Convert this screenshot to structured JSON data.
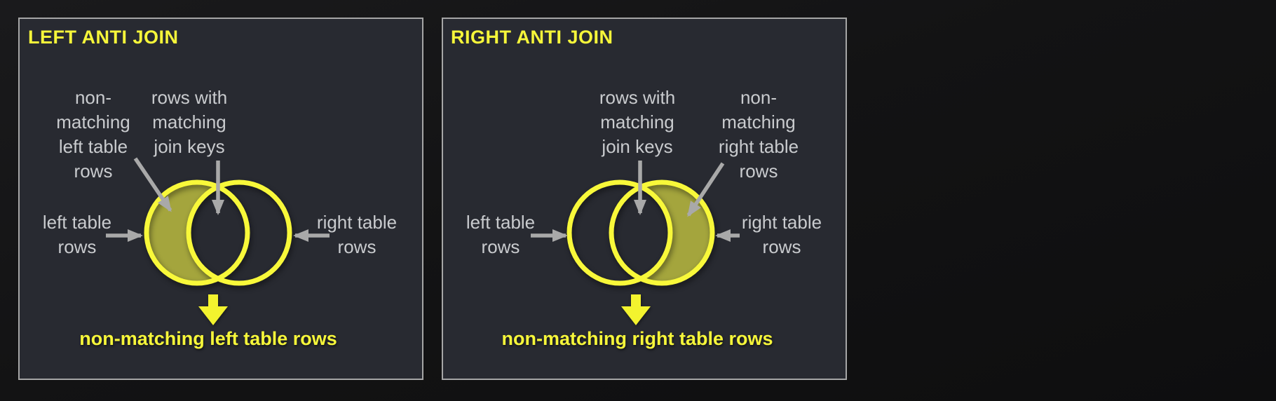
{
  "diagram_type": "venn-diagram-pair",
  "colors": {
    "background": "#131314",
    "panel_bg": "#282a31",
    "panel_border": "#a6a6a6",
    "accent_yellow": "#f6f63a",
    "circle_stroke_yellow": "#f8f83a",
    "region_fill_olive": "#a4a244",
    "label_gray": "#c9cbce",
    "arrow_gray": "#a9a9a9"
  },
  "panels": [
    {
      "title": "LEFT ANTI JOIN",
      "filled_region": "left-only",
      "labels": {
        "non_matching": [
          "non-",
          "matching",
          "left table",
          "rows"
        ],
        "matching": [
          "rows with",
          "matching",
          "join keys"
        ],
        "left_side": [
          "left table",
          "rows"
        ],
        "right_side": [
          "right table",
          "rows"
        ]
      },
      "result": "non-matching left table rows"
    },
    {
      "title": "RIGHT ANTI JOIN",
      "filled_region": "right-only",
      "labels": {
        "matching": [
          "rows with",
          "matching",
          "join keys"
        ],
        "non_matching": [
          "non-",
          "matching",
          "right table",
          "rows"
        ],
        "left_side": [
          "left table",
          "rows"
        ],
        "right_side": [
          "right table",
          "rows"
        ]
      },
      "result": "non-matching right table rows"
    }
  ]
}
